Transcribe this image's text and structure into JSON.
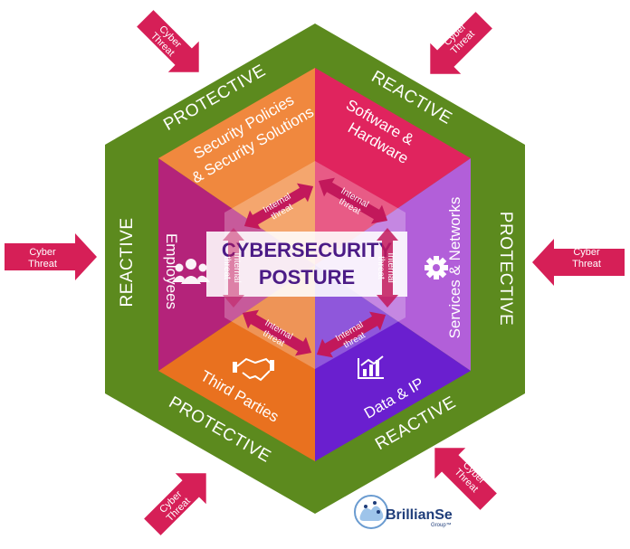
{
  "center": {
    "line1": "CYBERSECURITY",
    "line2": "POSTURE"
  },
  "ring_labels": {
    "top_left": "PROTECTIVE",
    "top_right": "REACTIVE",
    "right": "PROTECTIVE",
    "bottom_right": "REACTIVE",
    "bottom_left": "PROTECTIVE",
    "left": "REACTIVE"
  },
  "segments": {
    "top_left": {
      "line1": "Security Policies",
      "line2": "& Security Solutions"
    },
    "top_right": {
      "line1": "Software &",
      "line2": "Hardware"
    },
    "right": {
      "line1": "Services & Networks"
    },
    "bottom_right": {
      "line1": "Data & IP"
    },
    "bottom_left": {
      "line1": "Third Parties"
    },
    "left": {
      "line1": "Employees"
    }
  },
  "internal_threat": {
    "line1": "Internal",
    "line2": "threat"
  },
  "cyber_threat": {
    "line1": "Cyber",
    "line2": "Threat"
  },
  "logo": {
    "name": "BrillianSe",
    "sub": "Group™"
  },
  "icons": {
    "employees": "users-icon",
    "services": "gear-icon",
    "data": "bar-chart-icon",
    "third_parties": "handshake-icon"
  },
  "colors": {
    "outer_ring": "#5c8a1e",
    "security_policies": "#f0883e",
    "software_hardware": "#e0245e",
    "services_networks": "#b25fd9",
    "data_ip": "#6a1fcf",
    "third_parties": "#e9711f",
    "employees": "#b4237a",
    "arrow": "#d61f57",
    "center_text": "#4b1b86"
  }
}
